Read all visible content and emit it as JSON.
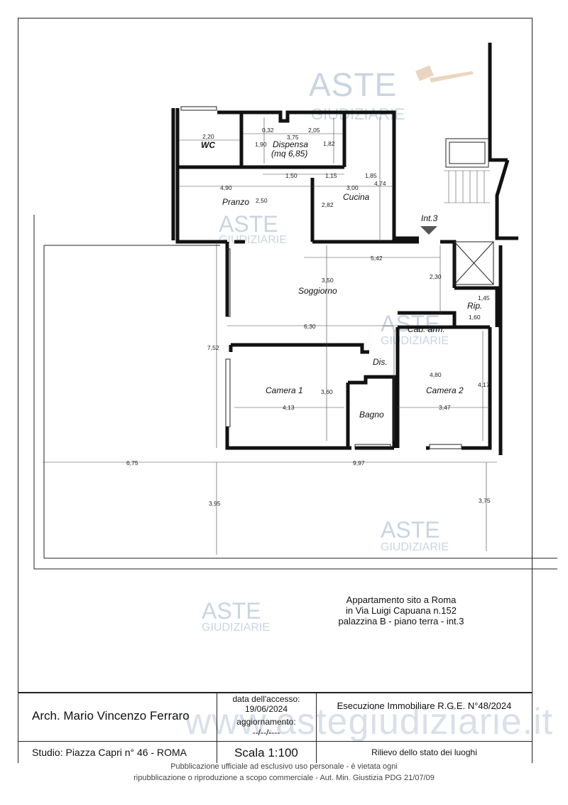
{
  "watermark": {
    "brand": "ASTE",
    "sub": "GIUDIZIARIE",
    "site": "www.astegiudiziarie.it"
  },
  "plan": {
    "rooms": {
      "wc": "WC",
      "dispensa": "Dispensa",
      "dispensa_area": "(mq 6,85)",
      "pranzo": "Pranzo",
      "cucina": "Cucina",
      "soggiorno": "Soggiorno",
      "rip": "Rip.",
      "cab_arm": "Cab. arm.",
      "dis": "Dis.",
      "camera1": "Camera 1",
      "camera2": "Camera 2",
      "bagno": "Bagno",
      "int": "Int.3"
    },
    "dimensions": {
      "d220": "2,20",
      "d190": "1,90",
      "d032": "0,32",
      "d375": "3,75",
      "d205": "2,05",
      "d182": "1,82",
      "d150": "1,50",
      "d115": "1,15",
      "d185": "1,85",
      "d490": "4,90",
      "d250": "2,50",
      "d300": "3,00",
      "d474": "4,74",
      "d282": "2,82",
      "d542": "5,42",
      "d230": "2,30",
      "d350": "3,50",
      "d145": "1,45",
      "d160": "1,60",
      "d630": "6,30",
      "d752": "7,52",
      "d480": "4,80",
      "d417": "4,17",
      "d360": "3,60",
      "d413": "4,13",
      "d347": "3,47",
      "d675": "6,75",
      "d997": "9,97",
      "d395": "3,95",
      "d375b": "3,75"
    }
  },
  "address": {
    "line1": "Appartamento sito a Roma",
    "line2": "in Via Luigi Capuana n.152",
    "line3": "palazzina B - piano terra - int.3"
  },
  "titleblock": {
    "architect": "Arch. Mario Vincenzo Ferraro",
    "studio": "Studio: Piazza Capri n° 46 - ROMA",
    "access_label": "data dell'accesso:",
    "access_date": "19/06/2024",
    "update_label": "aggiornamento:",
    "update_value": "--/--/----",
    "scale": "Scala 1:100",
    "procedure": "Esecuzione Immobiliare R.G.E. N°48/2024",
    "subject": "Rilievo dello stato dei luoghi"
  },
  "footer": {
    "line1": "Pubblicazione ufficiale ad esclusivo uso personale - è vietata ogni",
    "line2": "ripubblicazione o riproduzione a scopo commerciale - Aut. Min. Giustizia PDG 21/07/09"
  }
}
